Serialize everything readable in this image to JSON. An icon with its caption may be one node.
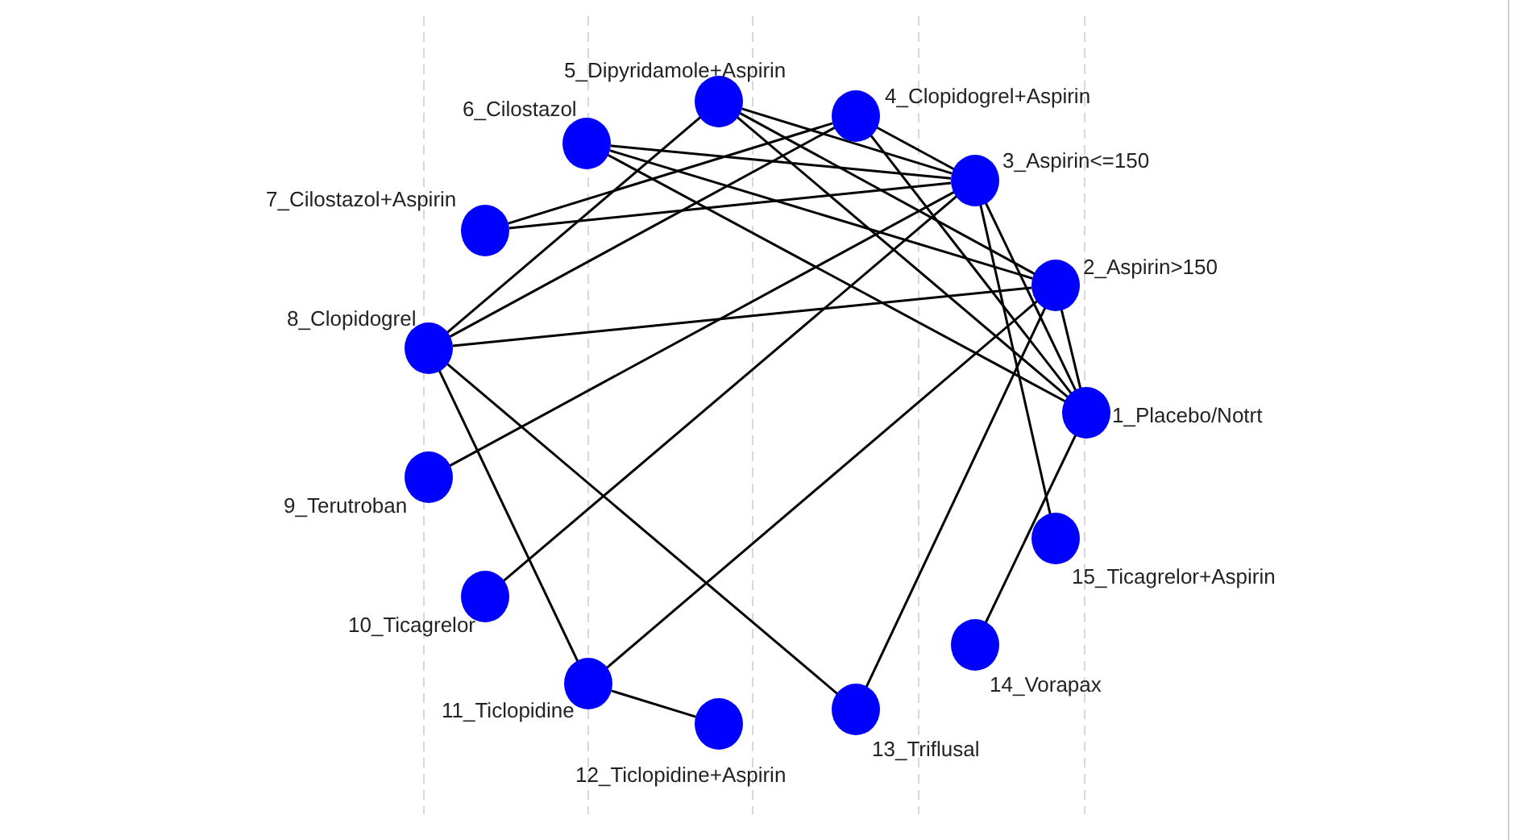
{
  "diagram": {
    "nodes": [
      {
        "text": [
          "1_Placebo/Notrt"
        ]
      },
      {
        "text": [
          "2_Aspirin>150"
        ]
      },
      {
        "text": [
          "3_Aspirin<=150"
        ]
      },
      {
        "text": [
          "4_Clopidogrel+Aspirin"
        ]
      },
      {
        "text": [
          "5_Dipyridamole+Aspirin"
        ]
      },
      {
        "text": [
          "6_Cilostazol"
        ]
      },
      {
        "text": [
          "7_Cilostazol+Aspirin"
        ]
      },
      {
        "text": [
          "8_Clopidogrel"
        ]
      },
      {
        "text": [
          "9_Terutroban"
        ]
      },
      {
        "text": [
          "10_Ticagrelor"
        ]
      },
      {
        "text": [
          "11_Ticlopidine"
        ]
      },
      {
        "text": [
          "12_Ticlopidine+Aspirin"
        ]
      },
      {
        "text": [
          "13_Triflusal"
        ]
      },
      {
        "text": [
          "14_Vorapax"
        ]
      },
      {
        "text": [
          "15_Ticagrelor+Aspirin"
        ]
      }
    ],
    "edges": [
      {
        "from": 0,
        "to": 1,
        "arrow": "none"
      },
      {
        "from": 0,
        "to": 2,
        "arrow": "none"
      },
      {
        "from": 0,
        "to": 3,
        "arrow": "none"
      },
      {
        "from": 0,
        "to": 4,
        "arrow": "none"
      },
      {
        "from": 0,
        "to": 5,
        "arrow": "none"
      },
      {
        "from": 0,
        "to": 13,
        "arrow": "none"
      },
      {
        "from": 1,
        "to": 4,
        "arrow": "none"
      },
      {
        "from": 1,
        "to": 5,
        "arrow": "none"
      },
      {
        "from": 1,
        "to": 7,
        "arrow": "none"
      },
      {
        "from": 1,
        "to": 10,
        "arrow": "none"
      },
      {
        "from": 1,
        "to": 12,
        "arrow": "none"
      },
      {
        "from": 2,
        "to": 3,
        "arrow": "none"
      },
      {
        "from": 2,
        "to": 4,
        "arrow": "none"
      },
      {
        "from": 2,
        "to": 5,
        "arrow": "none"
      },
      {
        "from": 2,
        "to": 6,
        "arrow": "none"
      },
      {
        "from": 2,
        "to": 8,
        "arrow": "none"
      },
      {
        "from": 2,
        "to": 9,
        "arrow": "none"
      },
      {
        "from": 2,
        "to": 14,
        "arrow": "none"
      },
      {
        "from": 3,
        "to": 6,
        "arrow": "none"
      },
      {
        "from": 3,
        "to": 7,
        "arrow": "none"
      },
      {
        "from": 4,
        "to": 7,
        "arrow": "none"
      },
      {
        "from": 7,
        "to": 10,
        "arrow": "none"
      },
      {
        "from": 7,
        "to": 12,
        "arrow": "none"
      },
      {
        "from": 10,
        "to": 11,
        "arrow": "none"
      }
    ]
  }
}
